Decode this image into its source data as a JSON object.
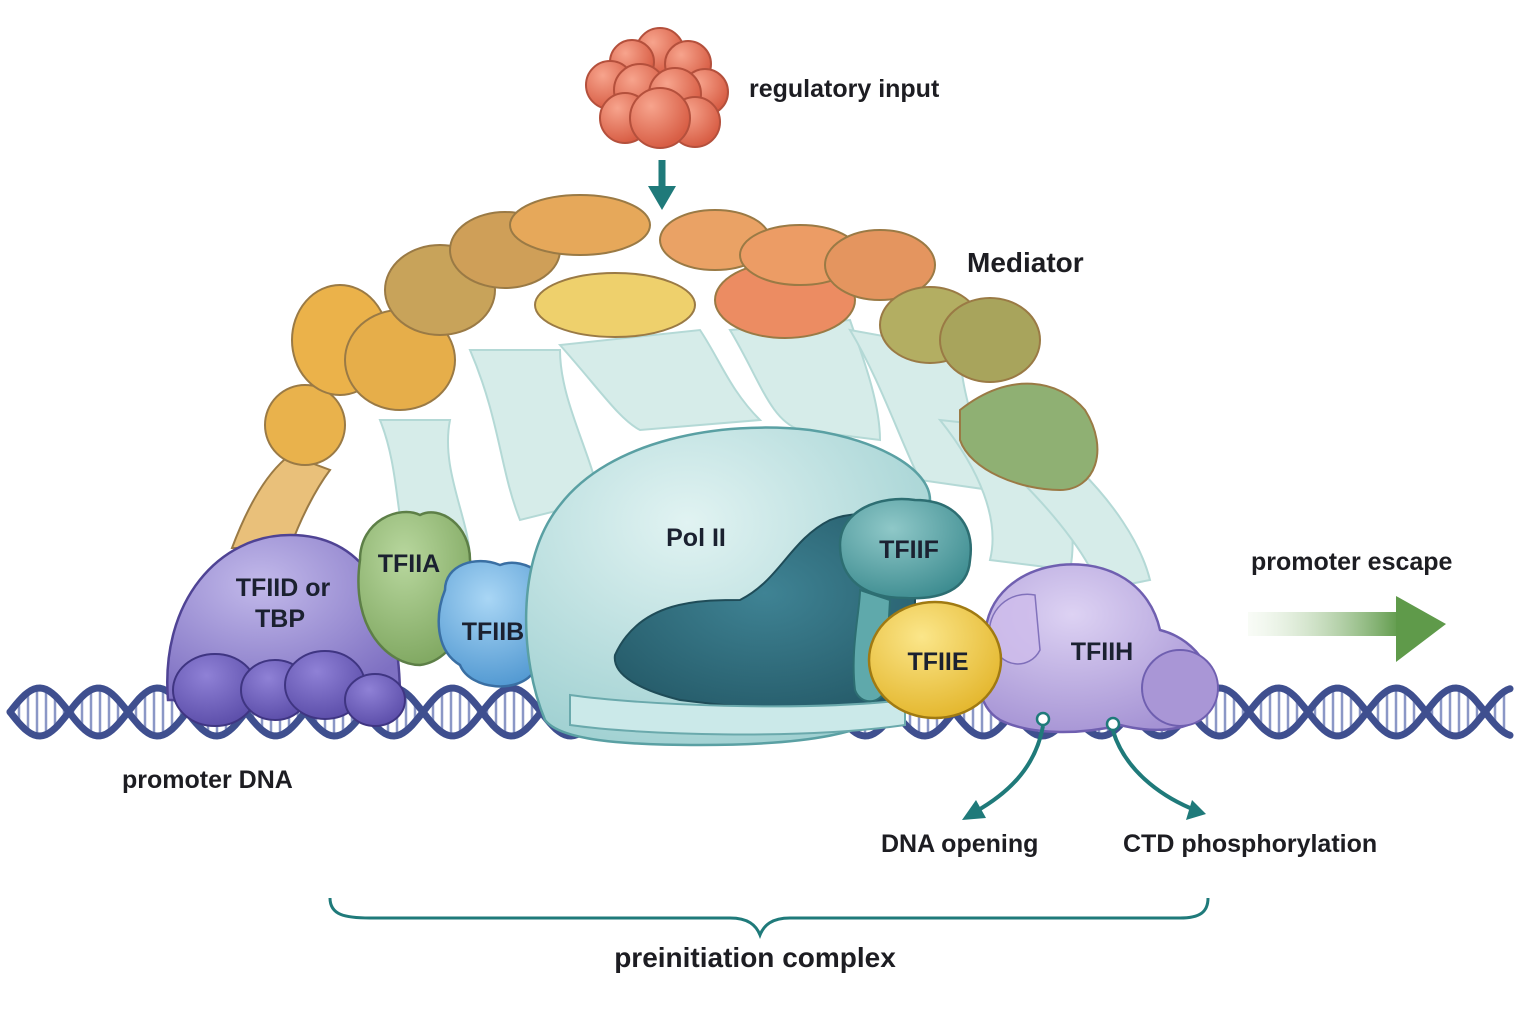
{
  "labels": {
    "regulatory_input": "regulatory input",
    "mediator": "Mediator",
    "pol2": "Pol II",
    "tfiid_line1": "TFIID or",
    "tfiid_line2": "TBP",
    "tfiia": "TFIIA",
    "tfiib": "TFIIB",
    "tfiif": "TFIIF",
    "tfiie": "TFIIE",
    "tfiih": "TFIIH",
    "promoter_escape": "promoter escape",
    "promoter_dna": "promoter DNA",
    "dna_opening": "DNA opening",
    "ctd_phosphorylation": "CTD phosphorylation",
    "preinitiation_complex": "preinitiation complex"
  },
  "colors": {
    "dna_strand": "#3f4f8f",
    "dna_rung": "#8b97c6",
    "teal_arrow": "#1f7a7a",
    "regulatory_input": "#e57458",
    "pol2": "#bfe3e3",
    "pol2_cleft": "#2f6f7f",
    "tfiid": "#9d92d2",
    "tfiia": "#8fb873",
    "tfiib": "#6aaee0",
    "tfiif": "#4e9fa2",
    "tfiie": "#f2cc3c",
    "tfiih": "#b9a9de",
    "escape_arrow": "#5f9a4a",
    "mediator_gradient": [
      "#e9b24c",
      "#c8a35a",
      "#e8a25e",
      "#e88c63",
      "#b3ae62",
      "#8fb073"
    ]
  }
}
